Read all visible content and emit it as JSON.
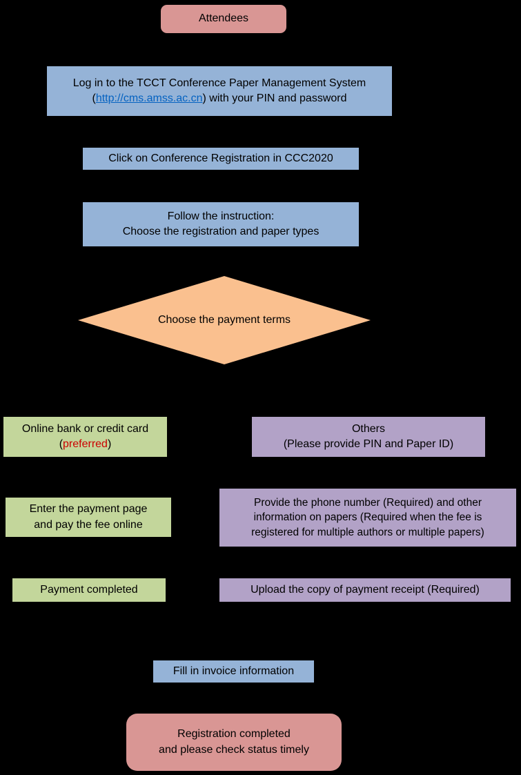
{
  "flowchart": {
    "start": {
      "label": "Attendees"
    },
    "login": {
      "line1": "Log in to the TCCT Conference Paper Management System",
      "line2_prefix": "(",
      "link_text": "http://cms.amss.ac.cn",
      "line2_suffix": ") with your PIN and password"
    },
    "click_registration": {
      "label": "Click on Conference Registration in CCC2020"
    },
    "follow_instruction": {
      "line1": "Follow the instruction:",
      "line2": "Choose the registration and paper types"
    },
    "decision": {
      "label": "Choose the payment terms"
    },
    "online_bank": {
      "line1": "Online bank or credit card",
      "line2_prefix": "(",
      "highlight": "preferred",
      "line2_suffix": ")"
    },
    "others": {
      "line1": "Others",
      "line2": "(Please provide PIN and Paper ID)"
    },
    "enter_payment": {
      "line1": "Enter the payment page",
      "line2": "and pay the fee online"
    },
    "provide_phone": {
      "line1": "Provide the phone number (Required) and other",
      "line2": "information on papers (Required when the fee is",
      "line3": "registered for multiple authors or multiple papers)"
    },
    "payment_completed": {
      "label": "Payment completed"
    },
    "upload_receipt": {
      "label": "Upload the copy of payment receipt (Required)"
    },
    "invoice": {
      "label": "Fill in invoice information"
    },
    "end": {
      "line1": "Registration completed",
      "line2": "and please check status timely"
    }
  },
  "colors": {
    "background": "#000000",
    "start_end_pink": "#d99694",
    "process_blue": "#95b3d7",
    "decision_orange": "#fac08f",
    "branch_green": "#c3d69b",
    "branch_purple": "#b2a2c7",
    "link_blue": "#0462c1",
    "highlight_red": "#cc0000",
    "text": "#000000"
  }
}
